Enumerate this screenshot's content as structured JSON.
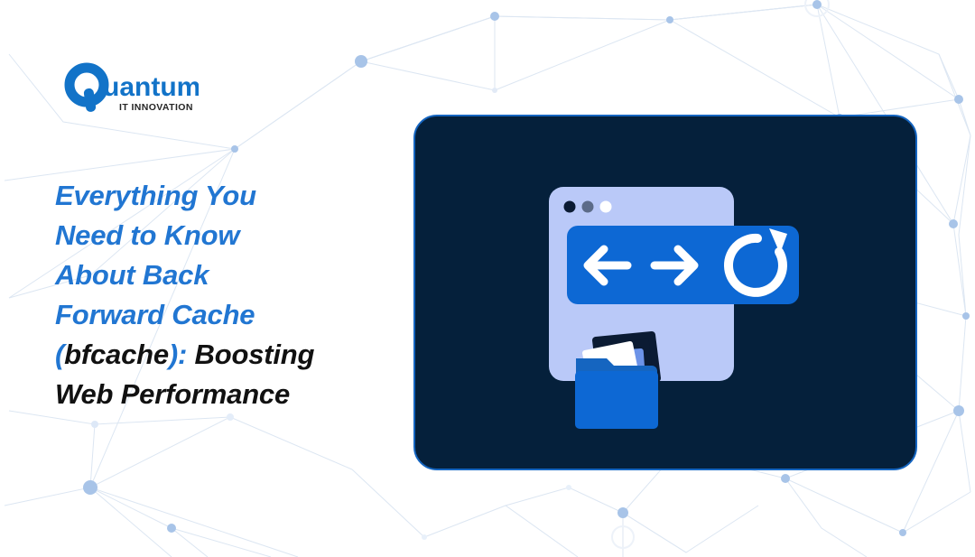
{
  "page": {
    "background_color": "#ffffff",
    "accent_blue": "#2176D2",
    "dark_navy": "#05203B",
    "headline_black": "#111111"
  },
  "background": {
    "pattern_name": "network-constellation",
    "node_color": "#A8C4E8",
    "line_color": "#DCE6F2"
  },
  "logo": {
    "name": "quantum-it-innovation-logo",
    "mark_letter": "Q",
    "word_rest": "uantum",
    "tagline": "IT INNOVATION",
    "mark_color": "#1273C8",
    "word_color": "#1273C8",
    "tagline_color": "#262626"
  },
  "headline": {
    "full_text": "Everything You Need to Know About Back Forward Cache (bfcache): Boosting Web Performance",
    "lines": [
      {
        "segments": [
          {
            "text": "Everything You",
            "color": "blue"
          }
        ]
      },
      {
        "segments": [
          {
            "text": "Need to Know",
            "color": "blue"
          }
        ]
      },
      {
        "segments": [
          {
            "text": "About Back",
            "color": "blue"
          }
        ]
      },
      {
        "segments": [
          {
            "text": "Forward Cache",
            "color": "blue"
          }
        ]
      },
      {
        "segments": [
          {
            "text": "(",
            "color": "blue"
          },
          {
            "text": "bfcache",
            "color": "black"
          },
          {
            "text": "):",
            "color": "blue"
          },
          {
            "text": " Boosting",
            "color": "black"
          }
        ]
      },
      {
        "segments": [
          {
            "text": "Web Performance",
            "color": "black"
          }
        ]
      }
    ],
    "l0": "Everything You",
    "l1": "Need to Know",
    "l2": "About Back",
    "l3": "Forward Cache",
    "l4a": "(",
    "l4b": "bfcache",
    "l4c": "):",
    "l4d": " Boosting",
    "l5": "Web Performance"
  },
  "illustration": {
    "card_name": "bfcache-illustration-card",
    "card_bg": "#05203B",
    "card_border": "#1565C0",
    "browser_window": {
      "name": "browser-window-mock",
      "fill": "#BAC9F8",
      "dots": [
        {
          "name": "window-dot-dark",
          "color": "#0B1B33"
        },
        {
          "name": "window-dot-gray",
          "color": "#5C6B88"
        },
        {
          "name": "window-dot-white",
          "color": "#FFFFFF"
        }
      ]
    },
    "nav_bar": {
      "name": "browser-nav-bar",
      "fill": "#0D68D4",
      "icons": [
        {
          "name": "back-arrow-icon",
          "glyph": "←",
          "color": "#FFFFFF"
        },
        {
          "name": "forward-arrow-icon",
          "glyph": "→",
          "color": "#FFFFFF"
        },
        {
          "name": "reload-icon",
          "glyph": "↻",
          "color": "#FFFFFF"
        }
      ]
    },
    "folder": {
      "name": "cache-folder-icon",
      "body_fill": "#0D68D4",
      "back_fill": "#1565C0",
      "card_dark": "#0B1B33",
      "card_blue": "#6C93E8",
      "card_white": "#FFFFFF"
    }
  }
}
